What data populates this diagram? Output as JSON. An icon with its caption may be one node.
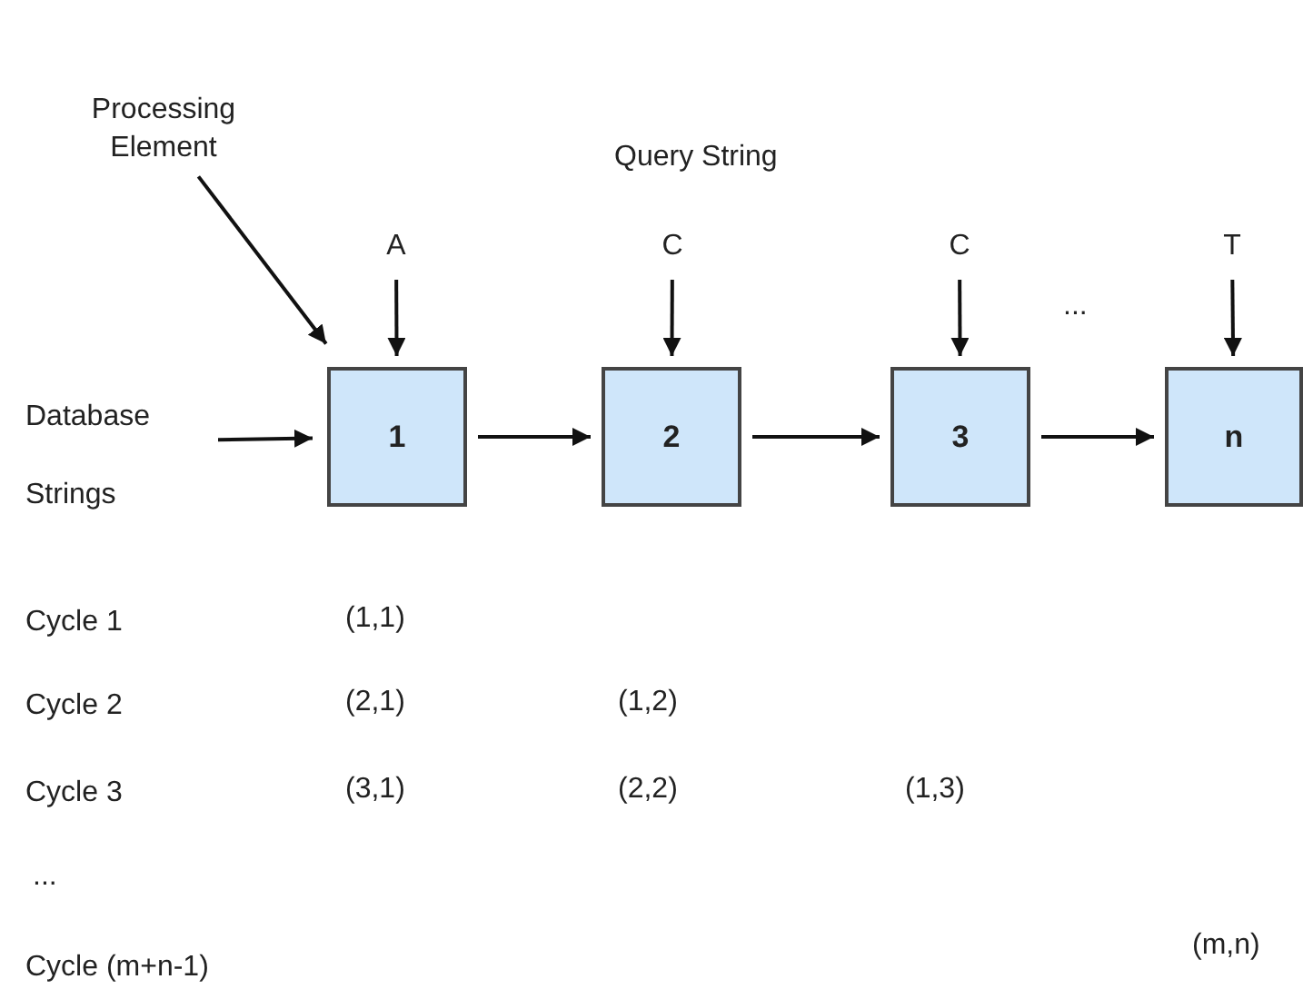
{
  "diagram": {
    "nodes": [
      {
        "text": [
          "Processing Element"
        ]
      },
      {
        "text": [
          "A"
        ]
      },
      {
        "text": [
          "C"
        ]
      },
      {
        "text": [
          "C"
        ]
      },
      {
        "text": [
          "T"
        ]
      },
      {
        "text": [
          "Database Strings"
        ]
      },
      {
        "text": [
          "1"
        ]
      },
      {
        "text": [
          "2"
        ]
      },
      {
        "text": [
          "3"
        ]
      },
      {
        "text": [
          "n"
        ]
      }
    ],
    "edges": [
      {
        "from": 0,
        "to": 6,
        "arrow": "to"
      },
      {
        "from": 1,
        "to": 6,
        "arrow": "to"
      },
      {
        "from": 2,
        "to": 7,
        "arrow": "to"
      },
      {
        "from": 3,
        "to": 8,
        "arrow": "to"
      },
      {
        "from": 4,
        "to": 9,
        "arrow": "to"
      },
      {
        "from": 5,
        "to": 6,
        "arrow": "to"
      },
      {
        "from": 6,
        "to": 7,
        "arrow": "to"
      },
      {
        "from": 7,
        "to": 8,
        "arrow": "to"
      },
      {
        "from": 8,
        "to": 9,
        "arrow": "to"
      }
    ],
    "labels": [
      "Query String",
      "...",
      "Cycle 1",
      "(1,1)",
      "Cycle 2",
      "(2,1)",
      "(1,2)",
      "Cycle 3",
      "(3,1)",
      "(2,2)",
      "(1,3)",
      "...",
      "Cycle (m+n-1)",
      "(m,n)"
    ]
  }
}
